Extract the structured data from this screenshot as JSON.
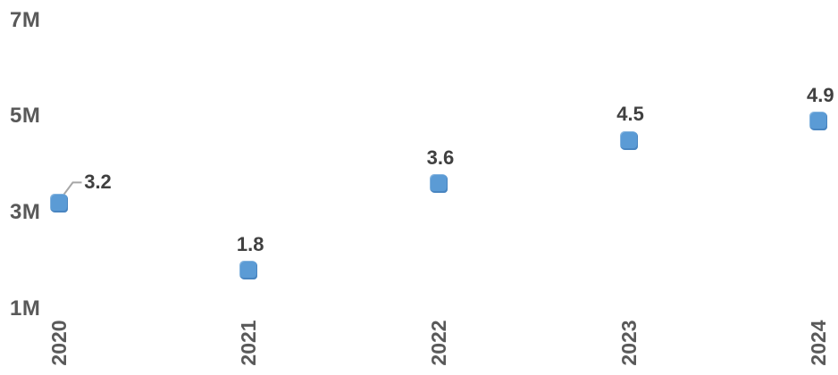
{
  "chart_data": {
    "type": "scatter",
    "title": "",
    "xlabel": "",
    "ylabel": "",
    "categories": [
      "2020",
      "2021",
      "2022",
      "2023",
      "2024"
    ],
    "series": [
      {
        "name": "values",
        "points": [
          {
            "x": 2020,
            "value_millions": 3.2,
            "label": "3.2",
            "label_position": "right-leader"
          },
          {
            "x": 2021,
            "value_millions": 1.8,
            "label": "1.8",
            "label_position": "above"
          },
          {
            "x": 2022,
            "value_millions": 3.6,
            "label": "3.6",
            "label_position": "above"
          },
          {
            "x": 2023,
            "value_millions": 4.5,
            "label": "4.5",
            "label_position": "above"
          },
          {
            "x": 2024,
            "value_millions": 4.9,
            "label": "4.9",
            "label_position": "above"
          }
        ]
      }
    ],
    "y_ticks": [
      {
        "label": "7M",
        "value_millions": 7
      },
      {
        "label": "5M",
        "value_millions": 5
      },
      {
        "label": "3M",
        "value_millions": 3
      },
      {
        "label": "1M",
        "value_millions": 1
      }
    ],
    "ylim_millions": [
      1,
      7
    ],
    "xlim": [
      2020,
      2024
    ],
    "grid": false,
    "legend": "none",
    "axis_lines": "none",
    "x_tick_rotation_deg": -90,
    "colors": {
      "marker": "#5B9BD5",
      "marker_shade": "#3B73AF",
      "data_label": "#404040",
      "axis_label": "#595959",
      "leader_line": "#A6A6A6",
      "background": "#FFFFFF"
    }
  }
}
